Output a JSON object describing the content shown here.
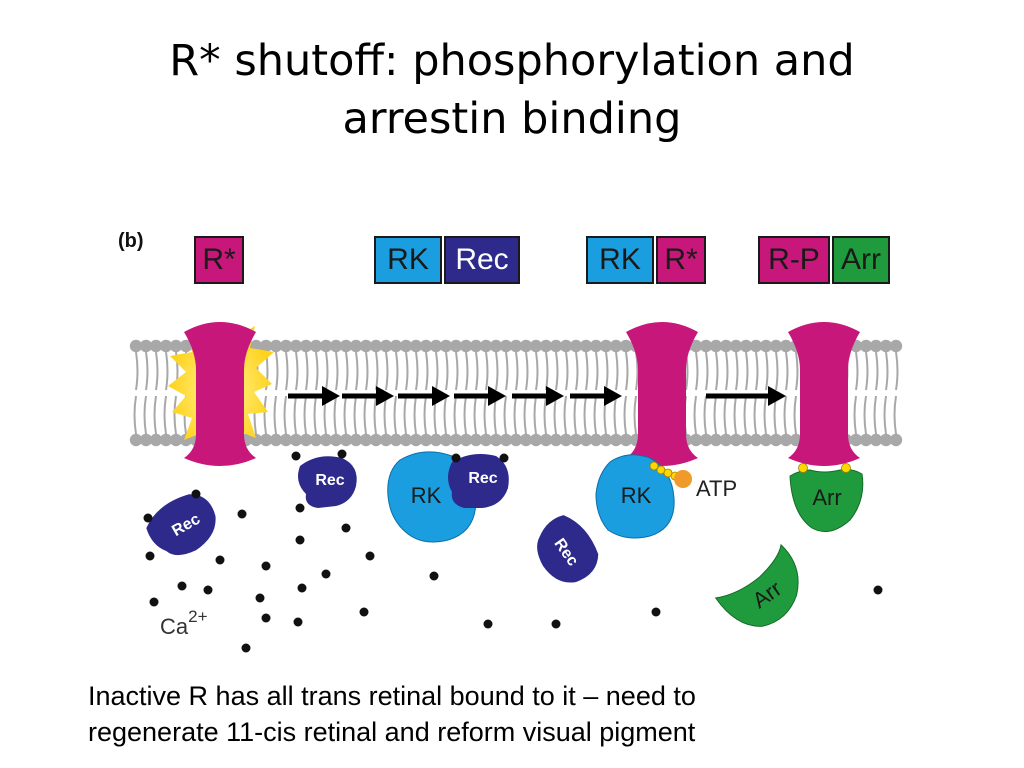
{
  "title": {
    "line1": "R* shutoff: phosphorylation and",
    "line2": "arrestin binding"
  },
  "figure": {
    "panel_label": "(b)",
    "tags": {
      "r_star_1": "R*",
      "rk_1": "RK",
      "rec": "Rec",
      "rk_2": "RK",
      "r_star_2": "R*",
      "r_p": "R-P",
      "arr": "Arr"
    },
    "labels": {
      "rec_membrane": "Rec",
      "rec_free_left": "Rec",
      "rec_free_mid": "Rec",
      "rec_bound": "Rec",
      "rk_free": "RK",
      "rk_bound": "RK",
      "atp": "ATP",
      "arr_bound": "Arr",
      "arr_free": "Arr",
      "ca_base": "Ca",
      "ca_charge": "2+"
    },
    "colors": {
      "rhodopsin": "#c8177a",
      "rhodopsin_kinase": "#1b9ee0",
      "recoverin": "#2d2a8c",
      "arrestin": "#1f9b3d",
      "membrane": "#a8a8a8",
      "activation_glow": "#ffd21a",
      "atp": "#f09a2a",
      "phosphate": "#ffd700"
    }
  },
  "caption": {
    "line1": "Inactive R has all trans retinal bound to it – need to",
    "line2": "regenerate 11-cis retinal and reform visual pigment"
  }
}
